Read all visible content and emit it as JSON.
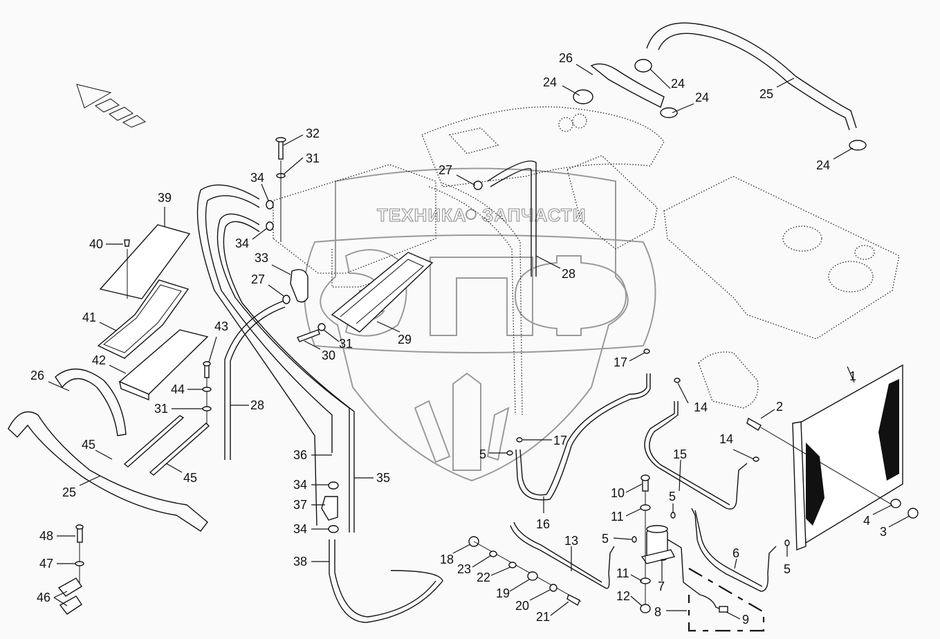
{
  "diagram": {
    "type": "exploded-parts-diagram",
    "subject": "Air conditioning / heater hoses and condenser assembly",
    "direction_arrow": "forward-direction-arrow",
    "watermark": {
      "text_left": "ТЕХНИКА",
      "text_right": "ЗАПЧАСТИ",
      "logo_letters": "ЭПФ"
    },
    "callouts": [
      {
        "id": "c1",
        "number": "1"
      },
      {
        "id": "c2",
        "number": "2"
      },
      {
        "id": "c3",
        "number": "3"
      },
      {
        "id": "c4",
        "number": "4"
      },
      {
        "id": "c5a",
        "number": "5"
      },
      {
        "id": "c5b",
        "number": "5"
      },
      {
        "id": "c5c",
        "number": "5"
      },
      {
        "id": "c5d",
        "number": "5"
      },
      {
        "id": "c6",
        "number": "6"
      },
      {
        "id": "c7",
        "number": "7"
      },
      {
        "id": "c8",
        "number": "8"
      },
      {
        "id": "c9",
        "number": "9"
      },
      {
        "id": "c10",
        "number": "10"
      },
      {
        "id": "c11a",
        "number": "11"
      },
      {
        "id": "c11b",
        "number": "11"
      },
      {
        "id": "c12",
        "number": "12"
      },
      {
        "id": "c13",
        "number": "13"
      },
      {
        "id": "c14a",
        "number": "14"
      },
      {
        "id": "c14b",
        "number": "14"
      },
      {
        "id": "c15",
        "number": "15"
      },
      {
        "id": "c16",
        "number": "16"
      },
      {
        "id": "c17a",
        "number": "17"
      },
      {
        "id": "c17b",
        "number": "17"
      },
      {
        "id": "c18",
        "number": "18"
      },
      {
        "id": "c19",
        "number": "19"
      },
      {
        "id": "c20",
        "number": "20"
      },
      {
        "id": "c21",
        "number": "21"
      },
      {
        "id": "c22",
        "number": "22"
      },
      {
        "id": "c23",
        "number": "23"
      },
      {
        "id": "c24a",
        "number": "24"
      },
      {
        "id": "c24b",
        "number": "24"
      },
      {
        "id": "c24c",
        "number": "24"
      },
      {
        "id": "c24d",
        "number": "24"
      },
      {
        "id": "c25a",
        "number": "25"
      },
      {
        "id": "c25b",
        "number": "25"
      },
      {
        "id": "c26a",
        "number": "26"
      },
      {
        "id": "c26b",
        "number": "26"
      },
      {
        "id": "c27a",
        "number": "27"
      },
      {
        "id": "c27b",
        "number": "27"
      },
      {
        "id": "c28a",
        "number": "28"
      },
      {
        "id": "c28b",
        "number": "28"
      },
      {
        "id": "c29",
        "number": "29"
      },
      {
        "id": "c30",
        "number": "30"
      },
      {
        "id": "c31a",
        "number": "31"
      },
      {
        "id": "c31b",
        "number": "31"
      },
      {
        "id": "c31c",
        "number": "31"
      },
      {
        "id": "c32",
        "number": "32"
      },
      {
        "id": "c33",
        "number": "33"
      },
      {
        "id": "c34a",
        "number": "34"
      },
      {
        "id": "c34b",
        "number": "34"
      },
      {
        "id": "c34c",
        "number": "34"
      },
      {
        "id": "c34d",
        "number": "34"
      },
      {
        "id": "c35",
        "number": "35"
      },
      {
        "id": "c36",
        "number": "36"
      },
      {
        "id": "c37",
        "number": "37"
      },
      {
        "id": "c38",
        "number": "38"
      },
      {
        "id": "c39",
        "number": "39"
      },
      {
        "id": "c40",
        "number": "40"
      },
      {
        "id": "c41",
        "number": "41"
      },
      {
        "id": "c42",
        "number": "42"
      },
      {
        "id": "c43",
        "number": "43"
      },
      {
        "id": "c44",
        "number": "44"
      },
      {
        "id": "c45a",
        "number": "45"
      },
      {
        "id": "c45b",
        "number": "45"
      },
      {
        "id": "c46",
        "number": "46"
      },
      {
        "id": "c47",
        "number": "47"
      },
      {
        "id": "c48",
        "number": "48"
      }
    ]
  }
}
